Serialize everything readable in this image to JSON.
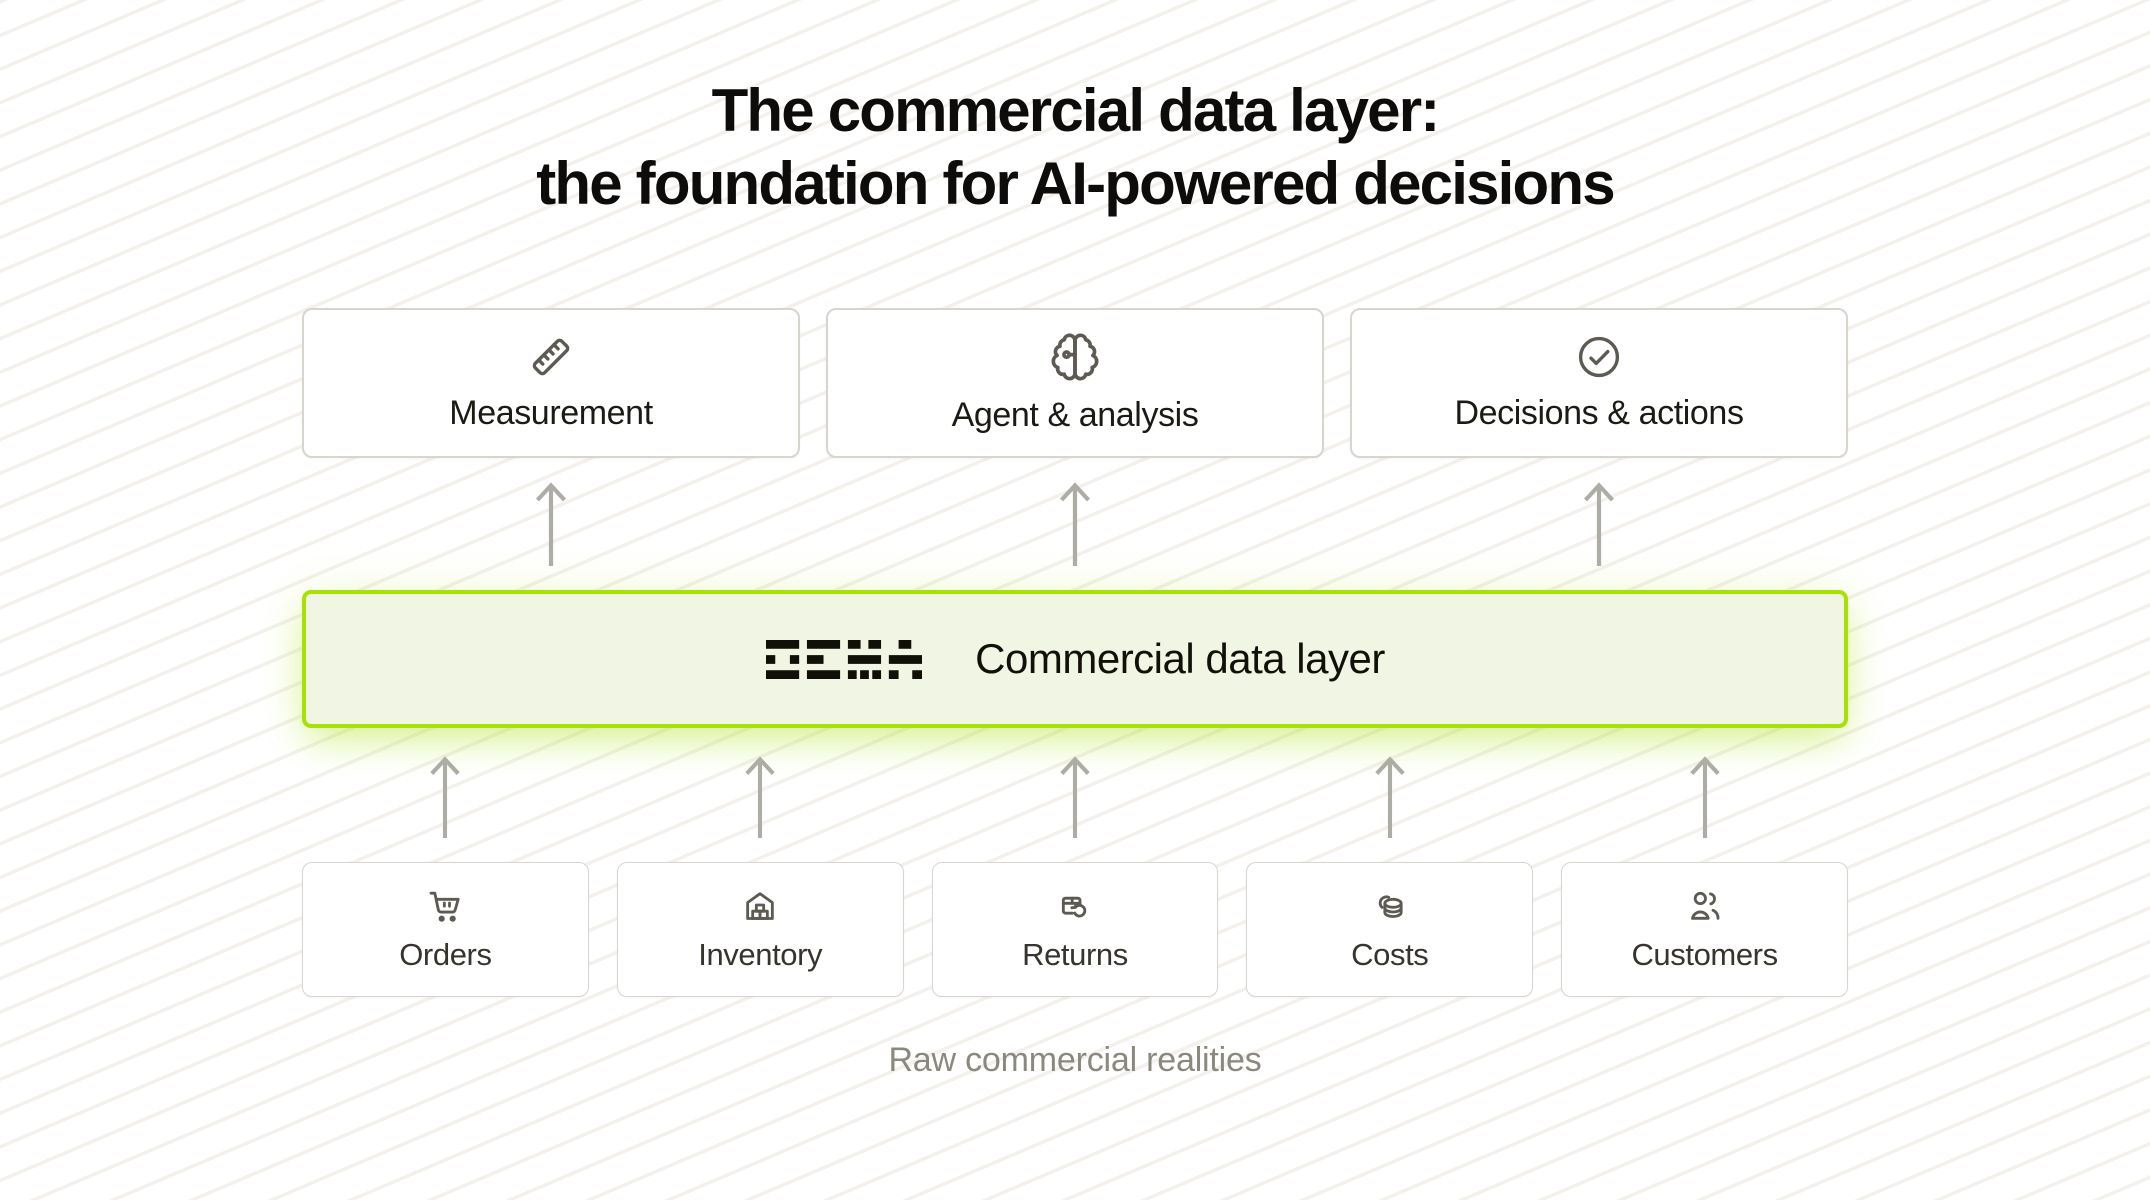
{
  "header": {
    "title_line1": "The commercial data layer:",
    "title_line2": "the foundation for AI-powered decisions"
  },
  "top_row": [
    {
      "label": "Measurement",
      "icon": "ruler-icon"
    },
    {
      "label": "Agent & analysis",
      "icon": "brain-circuit-icon"
    },
    {
      "label": "Decisions & actions",
      "icon": "circle-check-icon"
    }
  ],
  "data_layer": {
    "brand": "DEMA",
    "label": "Commercial data layer"
  },
  "bottom_row": [
    {
      "label": "Orders",
      "icon": "cart-icon"
    },
    {
      "label": "Inventory",
      "icon": "warehouse-icon"
    },
    {
      "label": "Returns",
      "icon": "package-return-icon"
    },
    {
      "label": "Costs",
      "icon": "coins-icon"
    },
    {
      "label": "Customers",
      "icon": "users-icon"
    }
  ],
  "footer": {
    "caption": "Raw commercial realities"
  },
  "colors": {
    "accent_green_border": "#a8e203",
    "accent_green_fill": "#f1f5e3",
    "arrow_gray": "#aeada5",
    "icon_gray": "#5c5a52",
    "caption_gray": "#8b897e",
    "card_border": "#d8d5cf",
    "text_dark": "#0d0c0a"
  }
}
